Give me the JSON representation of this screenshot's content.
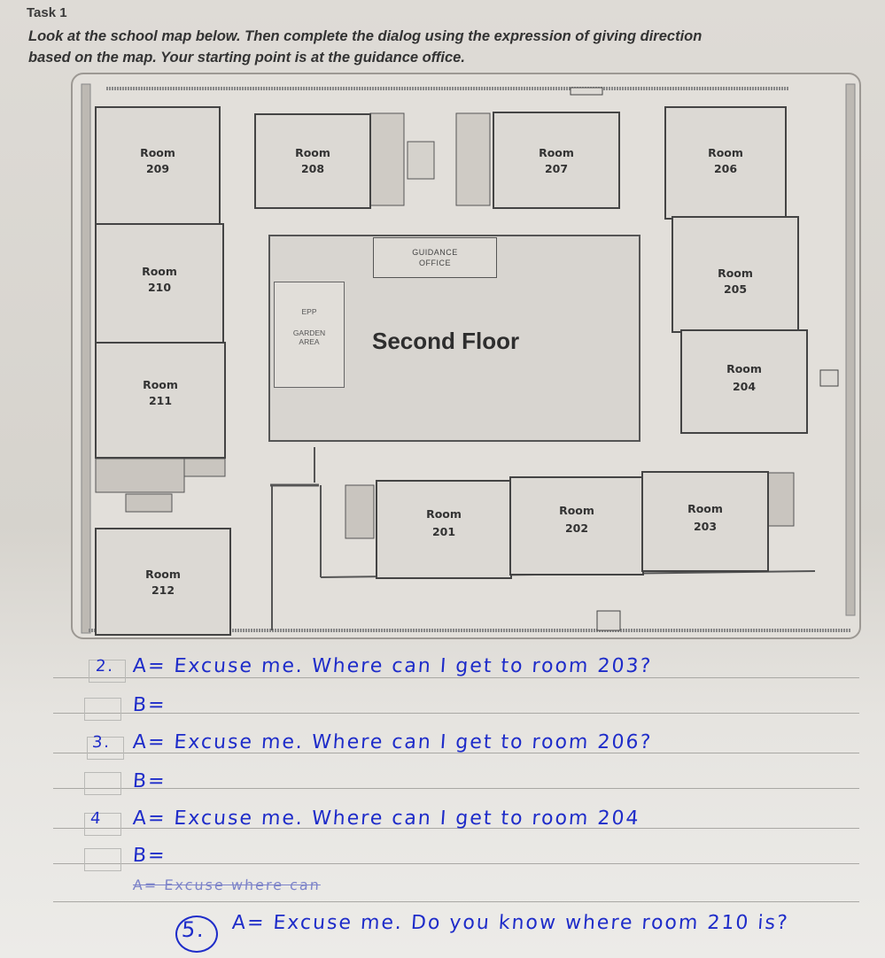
{
  "task": {
    "heading": "Task 1",
    "instruction_line1": "Look at the school map below. Then complete the dialog using the expression of giving direction",
    "instruction_line2": "based on the map. Your starting point is at the guidance office."
  },
  "map": {
    "floor_label": "Second Floor",
    "guidance_office": {
      "line1": "GUIDANCE",
      "line2": "OFFICE"
    },
    "garden_area": {
      "epp": "EPP",
      "line1": "GARDEN",
      "line2": "AREA"
    },
    "rooms": [
      {
        "name": "Room",
        "number": "209"
      },
      {
        "name": "Room",
        "number": "208"
      },
      {
        "name": "Room",
        "number": "207"
      },
      {
        "name": "Room",
        "number": "206"
      },
      {
        "name": "Room",
        "number": "210"
      },
      {
        "name": "Room",
        "number": "205"
      },
      {
        "name": "Room",
        "number": "211"
      },
      {
        "name": "Room",
        "number": "204"
      },
      {
        "name": "Room",
        "number": "201"
      },
      {
        "name": "Room",
        "number": "202"
      },
      {
        "name": "Room",
        "number": "203"
      },
      {
        "name": "Room",
        "number": "212"
      }
    ]
  },
  "dialog": {
    "lines": [
      {
        "num": "2.",
        "text": "A= Excuse me. Where can I get to room 203?"
      },
      {
        "num": "",
        "text": "B="
      },
      {
        "num": "3.",
        "text": "A= Excuse me. Where can I get to room 206?"
      },
      {
        "num": "",
        "text": "B="
      },
      {
        "num": "4",
        "text": "A= Excuse me. Where can I get to room 204"
      },
      {
        "num": "",
        "text": "B="
      },
      {
        "num": "5.",
        "text": "A= Excuse me. Do you know where room 210 is?"
      }
    ],
    "crossed_out": "A= Excuse where can"
  },
  "colors": {
    "ink": "#1e2cc9",
    "paper": "#dedbd6"
  }
}
